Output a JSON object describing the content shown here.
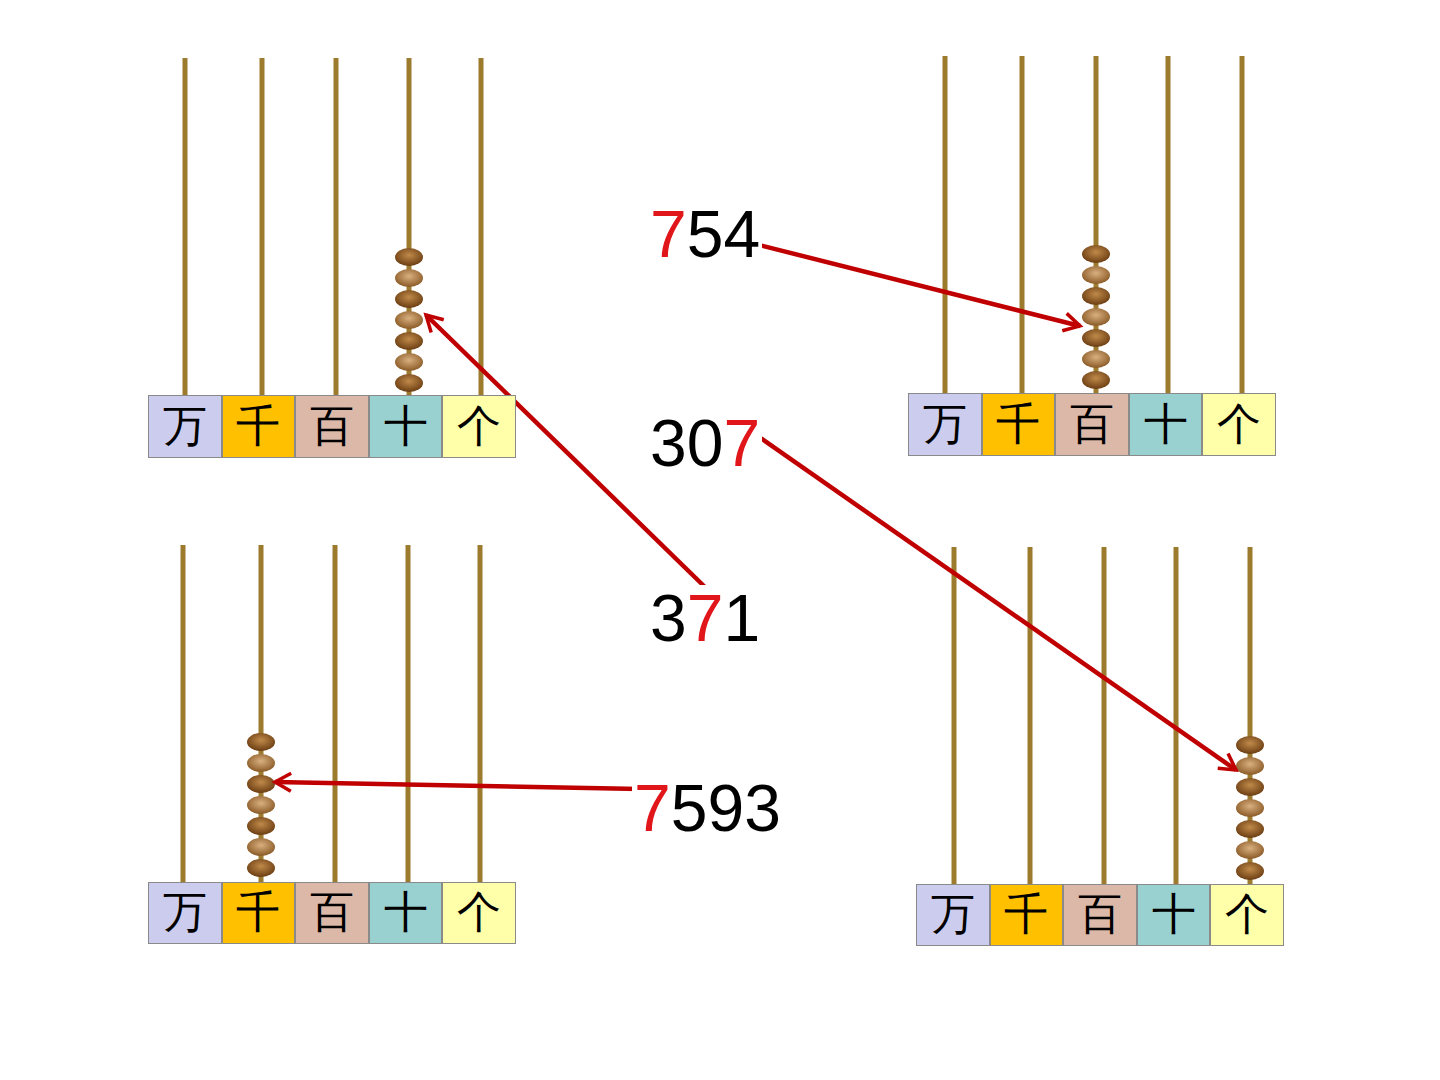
{
  "diagram": {
    "nodes": [
      {
        "text": [
          "万"
        ]
      },
      {
        "text": [
          "千"
        ]
      },
      {
        "text": [
          "百"
        ]
      },
      {
        "text": [
          "十"
        ]
      },
      {
        "text": [
          "个"
        ]
      },
      {
        "text": [
          "万"
        ]
      },
      {
        "text": [
          "千"
        ]
      },
      {
        "text": [
          "百"
        ]
      },
      {
        "text": [
          "十"
        ]
      },
      {
        "text": [
          "个"
        ]
      },
      {
        "text": [
          "万"
        ]
      },
      {
        "text": [
          "千"
        ]
      },
      {
        "text": [
          "百"
        ]
      },
      {
        "text": [
          "十"
        ]
      },
      {
        "text": [
          "个"
        ]
      },
      {
        "text": [
          "万"
        ]
      },
      {
        "text": [
          "千"
        ]
      },
      {
        "text": [
          "百"
        ]
      },
      {
        "text": [
          "十"
        ]
      },
      {
        "text": [
          "个"
        ]
      }
    ],
    "labels": [
      "754",
      "307",
      "371",
      "7593"
    ]
  }
}
